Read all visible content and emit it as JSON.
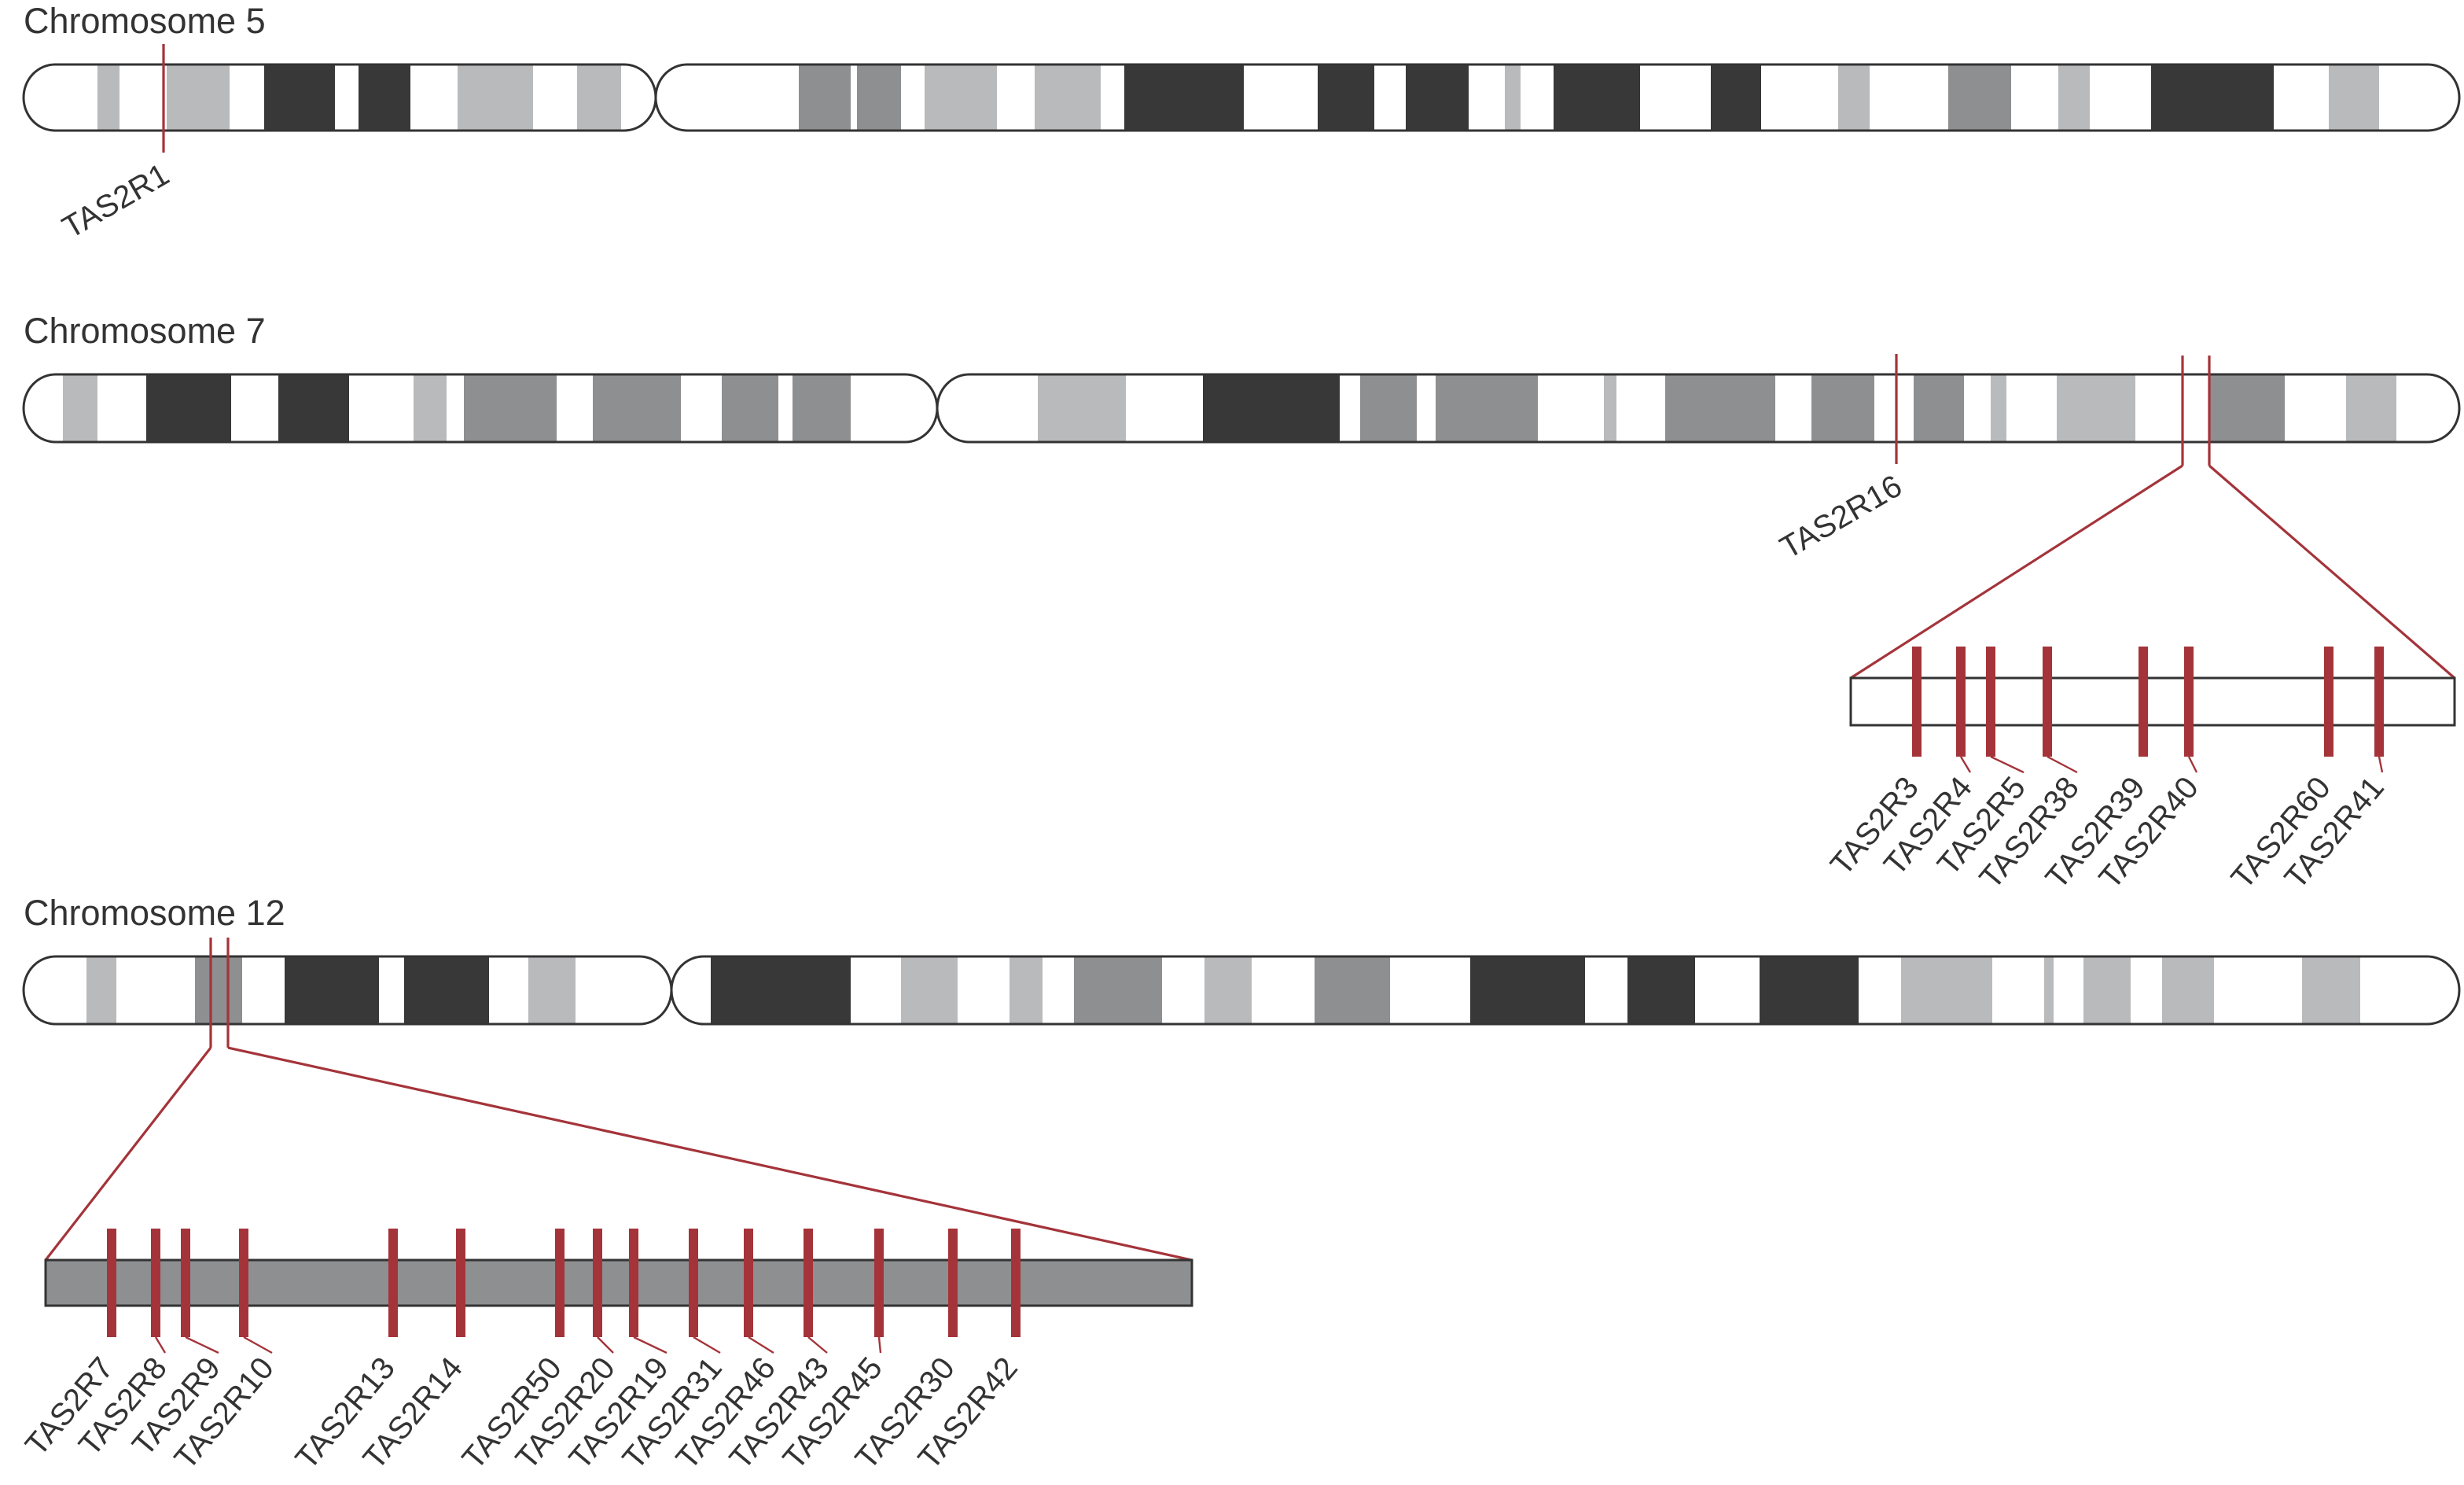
{
  "colors": {
    "dark": "#383838",
    "mid": "#8e8f91",
    "light": "#b9babc",
    "gene": "#a4343a",
    "outline": "#333333"
  },
  "chromosomes": [
    {
      "title": "Chromosome 5",
      "genes": [
        "TAS2R1"
      ]
    },
    {
      "title": "Chromosome 7",
      "genes": [
        "TAS2R16"
      ],
      "cluster": [
        "TAS2R3",
        "TAS2R4",
        "TAS2R5",
        "TAS2R38",
        "TAS2R39",
        "TAS2R40",
        "TAS2R60",
        "TAS2R41"
      ]
    },
    {
      "title": "Chromosome 12",
      "cluster": [
        "TAS2R7",
        "TAS2R8",
        "TAS2R9",
        "TAS2R10",
        "TAS2R13",
        "TAS2R14",
        "TAS2R50",
        "TAS2R20",
        "TAS2R19",
        "TAS2R31",
        "TAS2R46",
        "TAS2R43",
        "TAS2R45",
        "TAS2R30",
        "TAS2R42"
      ]
    }
  ]
}
